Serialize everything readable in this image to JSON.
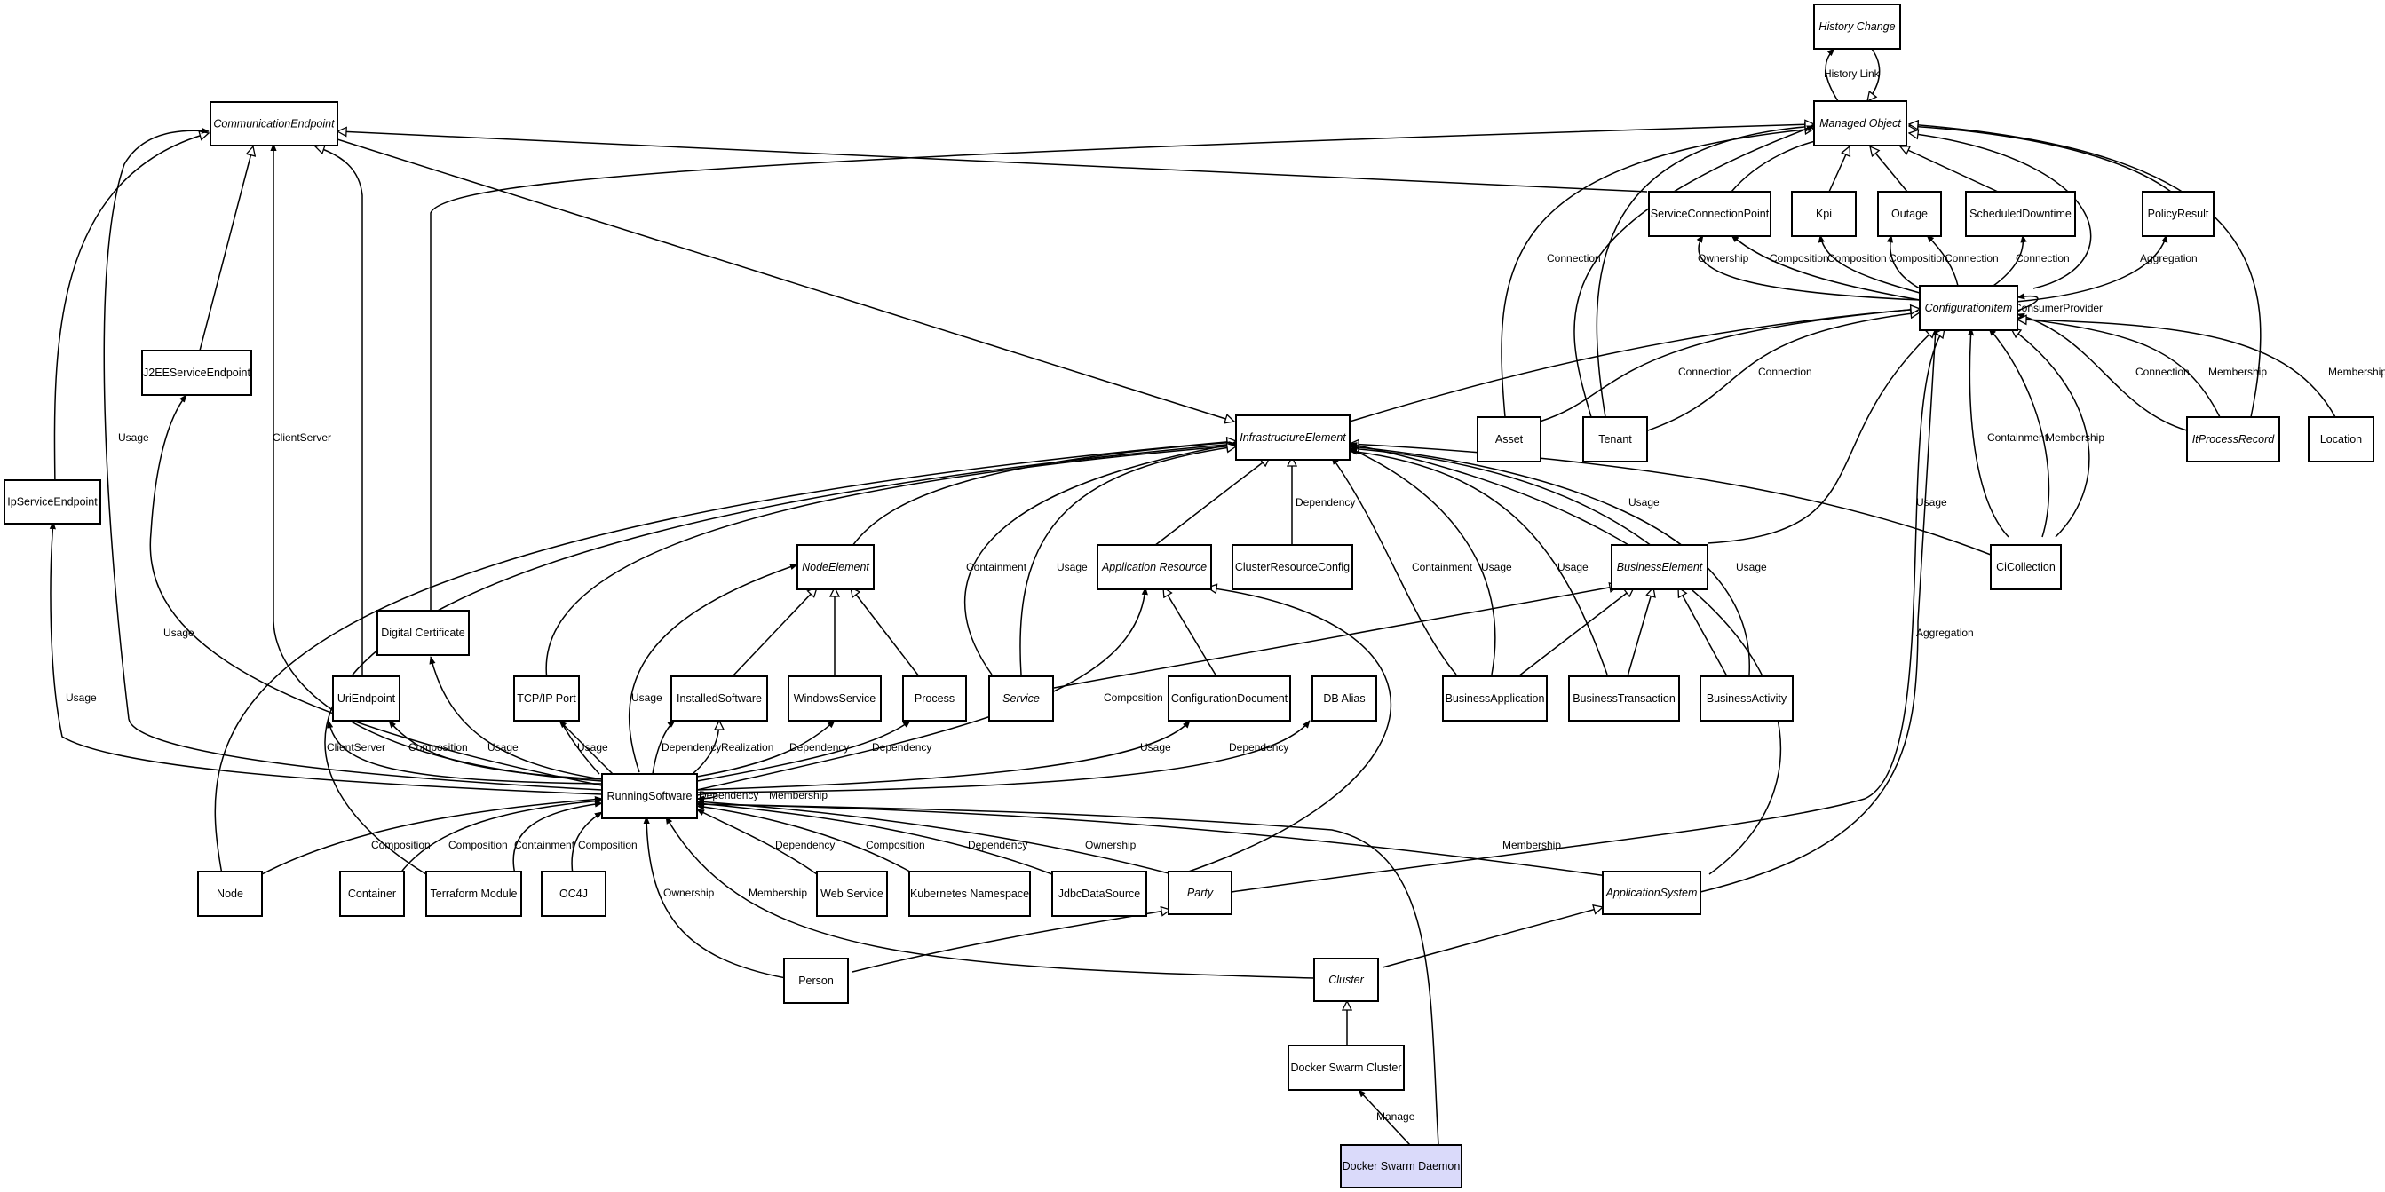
{
  "colors": {
    "highlight_fill": "#dadafa",
    "stroke": "#000000",
    "background": "#ffffff"
  },
  "nodes": {
    "history_change": {
      "label": "History Change",
      "abstract": true
    },
    "managed_object": {
      "label": "Managed Object",
      "abstract": true
    },
    "communication_endpoint": {
      "label": "CommunicationEndpoint",
      "abstract": true
    },
    "service_connection_point": {
      "label": "ServiceConnectionPoint",
      "abstract": false
    },
    "kpi": {
      "label": "Kpi",
      "abstract": false
    },
    "outage": {
      "label": "Outage",
      "abstract": false
    },
    "scheduled_downtime": {
      "label": "ScheduledDowntime",
      "abstract": false
    },
    "policy_result": {
      "label": "PolicyResult",
      "abstract": false
    },
    "configuration_item": {
      "label": "ConfigurationItem",
      "abstract": true
    },
    "j2ee_service_endpoint": {
      "label": "J2EEServiceEndpoint",
      "abstract": false
    },
    "infrastructure_element": {
      "label": "InfrastructureElement",
      "abstract": true
    },
    "asset": {
      "label": "Asset",
      "abstract": false
    },
    "tenant": {
      "label": "Tenant",
      "abstract": false
    },
    "it_process_record": {
      "label": "ItProcessRecord",
      "abstract": true
    },
    "location": {
      "label": "Location",
      "abstract": false
    },
    "ip_service_endpoint": {
      "label": "IpServiceEndpoint",
      "abstract": false
    },
    "node_element": {
      "label": "NodeElement",
      "abstract": true
    },
    "application_resource": {
      "label": "Application Resource",
      "abstract": true
    },
    "cluster_resource_config": {
      "label": "ClusterResourceConfig",
      "abstract": false
    },
    "business_element": {
      "label": "BusinessElement",
      "abstract": true
    },
    "ci_collection": {
      "label": "CiCollection",
      "abstract": false
    },
    "digital_certificate": {
      "label": "Digital Certificate",
      "abstract": false
    },
    "uri_endpoint": {
      "label": "UriEndpoint",
      "abstract": false
    },
    "tcpip_port": {
      "label": "TCP/IP Port",
      "abstract": false
    },
    "installed_software": {
      "label": "InstalledSoftware",
      "abstract": false
    },
    "windows_service": {
      "label": "WindowsService",
      "abstract": false
    },
    "process": {
      "label": "Process",
      "abstract": false
    },
    "service": {
      "label": "Service",
      "abstract": true
    },
    "configuration_document": {
      "label": "ConfigurationDocument",
      "abstract": false
    },
    "db_alias": {
      "label": "DB Alias",
      "abstract": false
    },
    "business_application": {
      "label": "BusinessApplication",
      "abstract": false
    },
    "business_transaction": {
      "label": "BusinessTransaction",
      "abstract": false
    },
    "business_activity": {
      "label": "BusinessActivity",
      "abstract": false
    },
    "running_software": {
      "label": "RunningSoftware",
      "abstract": false
    },
    "node": {
      "label": "Node",
      "abstract": false
    },
    "container": {
      "label": "Container",
      "abstract": false
    },
    "terraform_module": {
      "label": "Terraform Module",
      "abstract": false
    },
    "oc4j": {
      "label": "OC4J",
      "abstract": false
    },
    "web_service": {
      "label": "Web Service",
      "abstract": false
    },
    "kubernetes_namespace": {
      "label": "Kubernetes Namespace",
      "abstract": false
    },
    "jdbc_data_source": {
      "label": "JdbcDataSource",
      "abstract": false
    },
    "party": {
      "label": "Party",
      "abstract": true
    },
    "application_system": {
      "label": "ApplicationSystem",
      "abstract": true
    },
    "person": {
      "label": "Person",
      "abstract": false
    },
    "cluster": {
      "label": "Cluster",
      "abstract": true
    },
    "docker_swarm_cluster": {
      "label": "Docker Swarm Cluster",
      "abstract": false
    },
    "docker_swarm_daemon": {
      "label": "Docker Swarm Daemon",
      "abstract": false
    }
  },
  "edge_labels": {
    "history_link": "History Link",
    "usage": "Usage",
    "client_server": "ClientServer",
    "connection": "Connection",
    "ownership": "Ownership",
    "composition": "Composition",
    "aggregation": "Aggregation",
    "consumer_provider": "ConsumerProvider",
    "membership": "Membership",
    "containment": "Containment",
    "dependency": "Dependency",
    "realization": "Realization",
    "manage": "Manage"
  }
}
